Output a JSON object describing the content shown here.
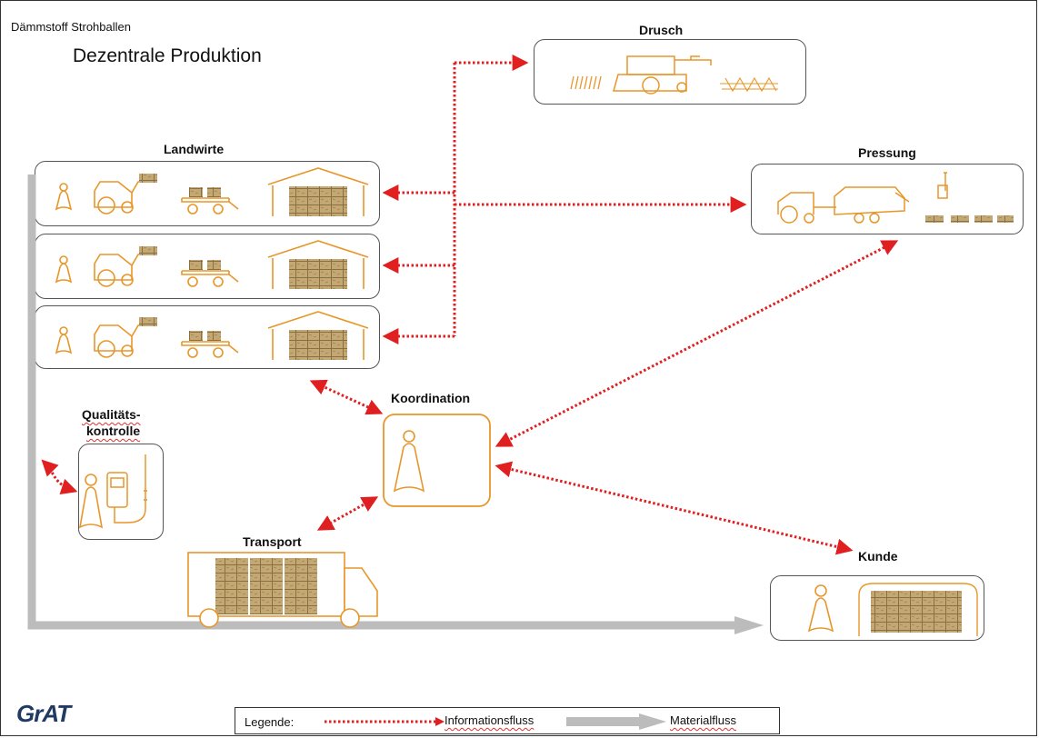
{
  "header": {
    "subtitle": "Dämmstoff Strohballen",
    "title": "Dezentrale Produktion"
  },
  "nodes": {
    "drusch": "Drusch",
    "landwirte": "Landwirte",
    "pressung": "Pressung",
    "qualitaet_line1": "Qualitäts-",
    "qualitaet_line2": "kontrolle",
    "koordination": "Koordination",
    "transport": "Transport",
    "kunde": "Kunde"
  },
  "legend": {
    "title": "Legende:",
    "info": "Informationsfluss",
    "material": "Materialfluss"
  },
  "logo": "GrAT",
  "colors": {
    "info_flow": "#e02020",
    "material_flow": "#bcbcbc",
    "icon": "#e8962a",
    "bale": "#b89a63",
    "logo": "#1f3a63"
  }
}
